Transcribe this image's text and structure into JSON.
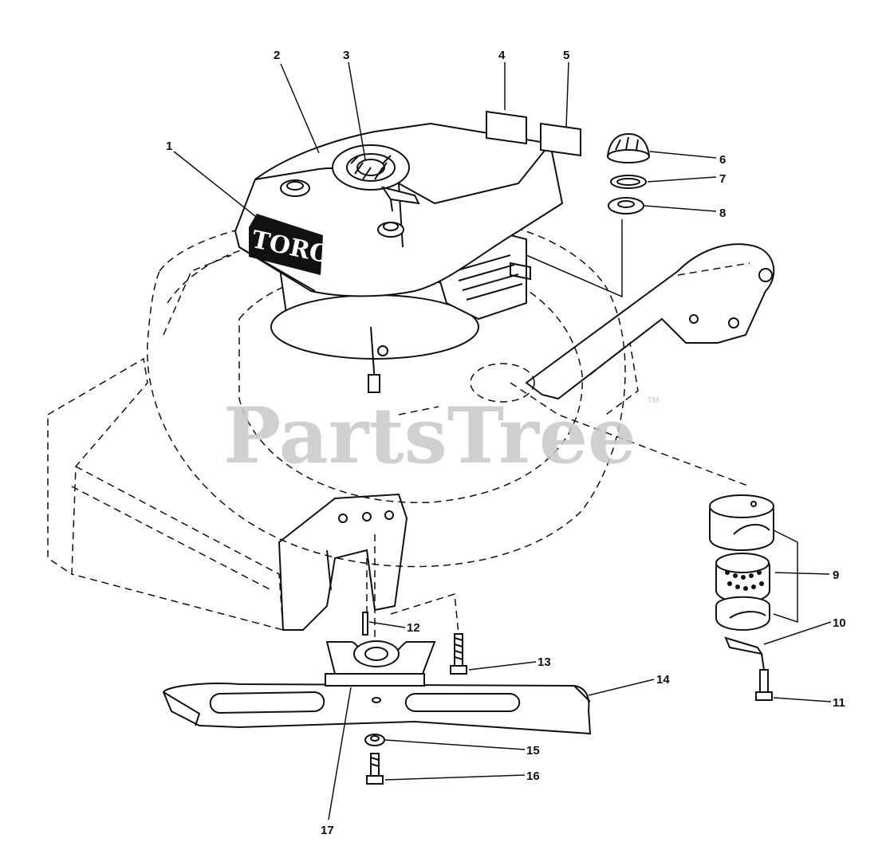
{
  "watermark": {
    "text": "PartsTree",
    "tm": "TM"
  },
  "brand": {
    "text": "TORO"
  },
  "callouts": [
    "1",
    "2",
    "3",
    "4",
    "5",
    "6",
    "7",
    "8",
    "9",
    "10",
    "11",
    "12",
    "13",
    "14",
    "15",
    "16",
    "17"
  ],
  "colors": {
    "ink": "#111111",
    "watermark": "#c8c8c8",
    "paper": "#ffffff"
  }
}
